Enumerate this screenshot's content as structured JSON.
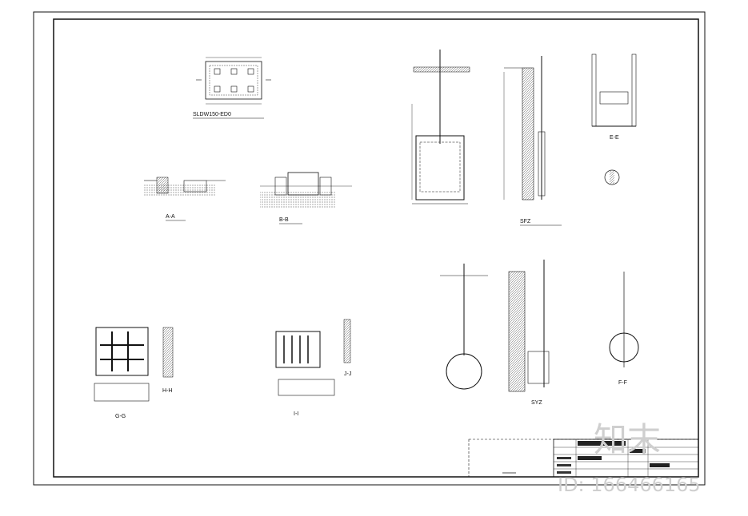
{
  "labels": {
    "plan_top": "SLDW150-ED0",
    "section_a": "A-A",
    "section_b": "B-B",
    "gate_sfz": "SFZ",
    "section_e": "E-E",
    "section_g": "G-G",
    "section_h": "H-H",
    "section_i": "I-I",
    "section_j": "J-J",
    "gate_szz": "SYZ",
    "section_f": "F-F"
  },
  "watermark": {
    "brand": "知末",
    "id_text": "ID: 166466165"
  },
  "colors": {
    "ink": "#111111",
    "watermark": "#cfcfcf",
    "hatch": "#555555"
  }
}
